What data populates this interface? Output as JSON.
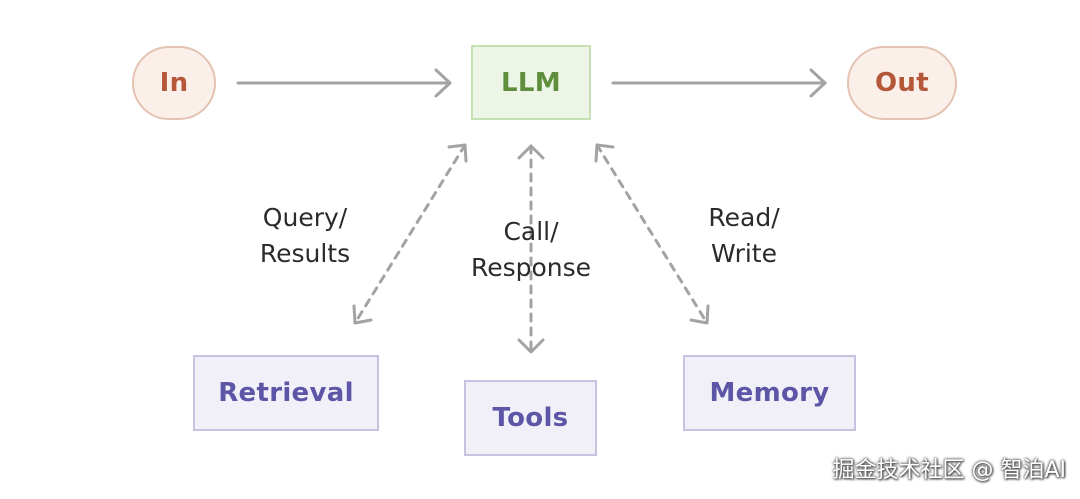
{
  "nodes": {
    "in": "In",
    "llm": "LLM",
    "out": "Out",
    "retrieval": "Retrieval",
    "tools": "Tools",
    "memory": "Memory"
  },
  "edges": {
    "retrieval_line1": "Query/",
    "retrieval_line2": "Results",
    "tools_line1": "Call/",
    "tools_line2": "Response",
    "memory_line1": "Read/",
    "memory_line2": "Write"
  },
  "watermark": "掘金技术社区 @ 智泊AI",
  "colors": {
    "io_fill": "#fbefe9",
    "io_text": "#b5583a",
    "llm_fill": "#edf6e6",
    "llm_text": "#5f8e3d",
    "store_fill": "#f1f0f8",
    "store_text": "#5d55a5",
    "arrow": "#a3a3a3"
  }
}
